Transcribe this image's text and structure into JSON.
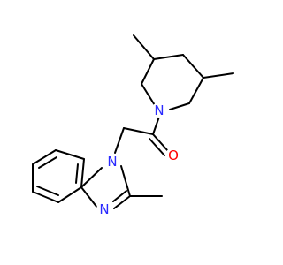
{
  "molecule": {
    "atoms": {
      "piperidine_n": {
        "symbol": "N",
        "color": "#2b2bff"
      },
      "carbonyl_o": {
        "symbol": "O",
        "color": "#ff0000"
      },
      "benzimidazole_n1": {
        "symbol": "N",
        "color": "#2b2bff"
      },
      "benzimidazole_n3": {
        "symbol": "N",
        "color": "#2b2bff"
      }
    },
    "bond_color": "#000000"
  }
}
